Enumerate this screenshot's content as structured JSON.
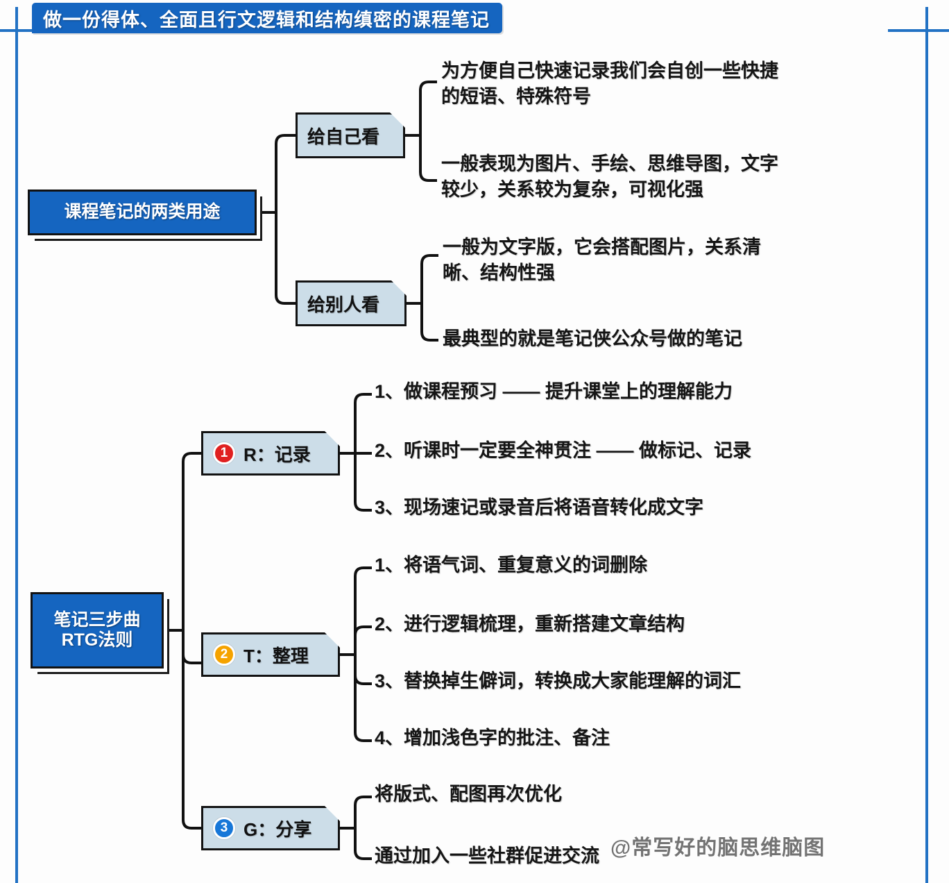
{
  "title": {
    "text": "做一份得体、全面且行文逻辑和结构缜密的课程笔记"
  },
  "roots": [
    {
      "id": "root-1",
      "lines": [
        "课程笔记的两类用途"
      ]
    },
    {
      "id": "root-2",
      "lines": [
        "笔记三步曲",
        "RTG法则"
      ]
    }
  ],
  "branches": {
    "self": {
      "label": "给自己看"
    },
    "other": {
      "label": "给别人看"
    },
    "r": {
      "num": "1",
      "num_color": "#E02020",
      "label": "R：记录"
    },
    "t": {
      "num": "2",
      "num_color": "#F5A300",
      "label": "T：整理"
    },
    "g": {
      "num": "3",
      "num_color": "#1777D8",
      "label": "G：分享"
    }
  },
  "leaves": {
    "self_1": "为方便自己快速记录我们会自创一些快捷\n的短语、特殊符号",
    "self_2": "一般表现为图片、手绘、思维导图，文字\n较少，关系较为复杂，可视化强",
    "other_1": "一般为文字版，它会搭配图片，关系清\n晰、结构性强",
    "other_2": "最典型的就是笔记侠公众号做的笔记",
    "r_1": "1、做课程预习 —— 提升课堂上的理解能力",
    "r_2": "2、听课时一定要全神贯注 —— 做标记、记录",
    "r_3": "3、现场速记或录音后将语音转化成文字",
    "t_1": "1、将语气词、重复意义的词删除",
    "t_2": "2、进行逻辑梳理，重新搭建文章结构",
    "t_3": "3、替换掉生僻词，转换成大家能理解的词汇",
    "t_4": "4、增加浅色字的批注、备注",
    "g_1": "将版式、配图再次优化",
    "g_2": "通过加入一些社群促进交流"
  },
  "watermark": {
    "text": "@常写好的脑思维脑图"
  },
  "colors": {
    "accent_blue": "#1565C0",
    "frame_blue": "#2272c4",
    "node_fill": "#ccdde8",
    "outline": "#121212"
  }
}
